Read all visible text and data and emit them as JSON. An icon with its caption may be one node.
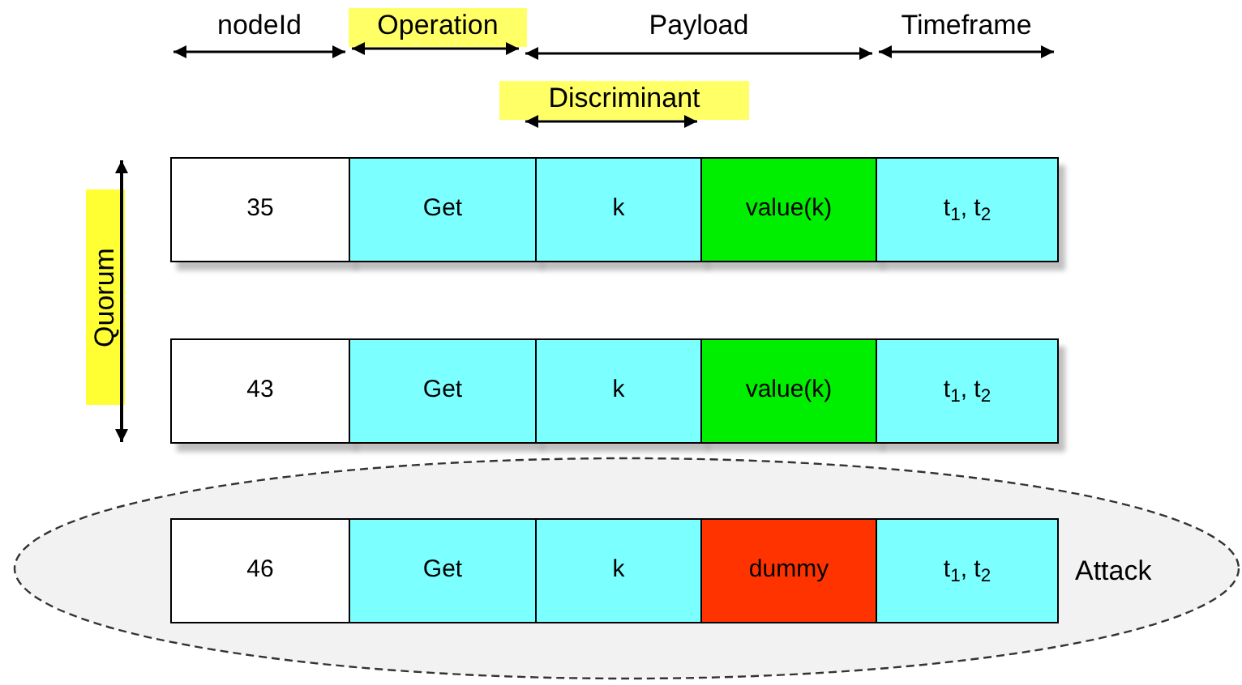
{
  "diagram": {
    "nodes": [
      {
        "text": [
          "35"
        ]
      },
      {
        "text": [
          "Get"
        ]
      },
      {
        "text": [
          "k"
        ]
      },
      {
        "text": [
          "value(k)"
        ]
      },
      {
        "text": [
          "t$_{1}$, t$_{2}$"
        ]
      },
      {
        "text": [
          "43"
        ]
      },
      {
        "text": [
          "Get"
        ]
      },
      {
        "text": [
          "k"
        ]
      },
      {
        "text": [
          "value(k)"
        ]
      },
      {
        "text": [
          "t$_{1}$, t$_{2}$"
        ]
      },
      {
        "text": [
          "Attack"
        ]
      },
      {
        "text": [
          "46"
        ],
        "in": 10
      },
      {
        "text": [
          "Get"
        ],
        "in": 10
      },
      {
        "text": [
          "k"
        ],
        "in": 10
      },
      {
        "text": [
          "dummy"
        ],
        "in": 10
      },
      {
        "text": [
          "t$_{1}$, t$_{2}$"
        ],
        "in": 10
      }
    ],
    "edges": [],
    "labels": [
      "nodeId",
      "Operation",
      "Payload",
      "Timeframe",
      "Discriminant",
      "Quorum"
    ]
  }
}
